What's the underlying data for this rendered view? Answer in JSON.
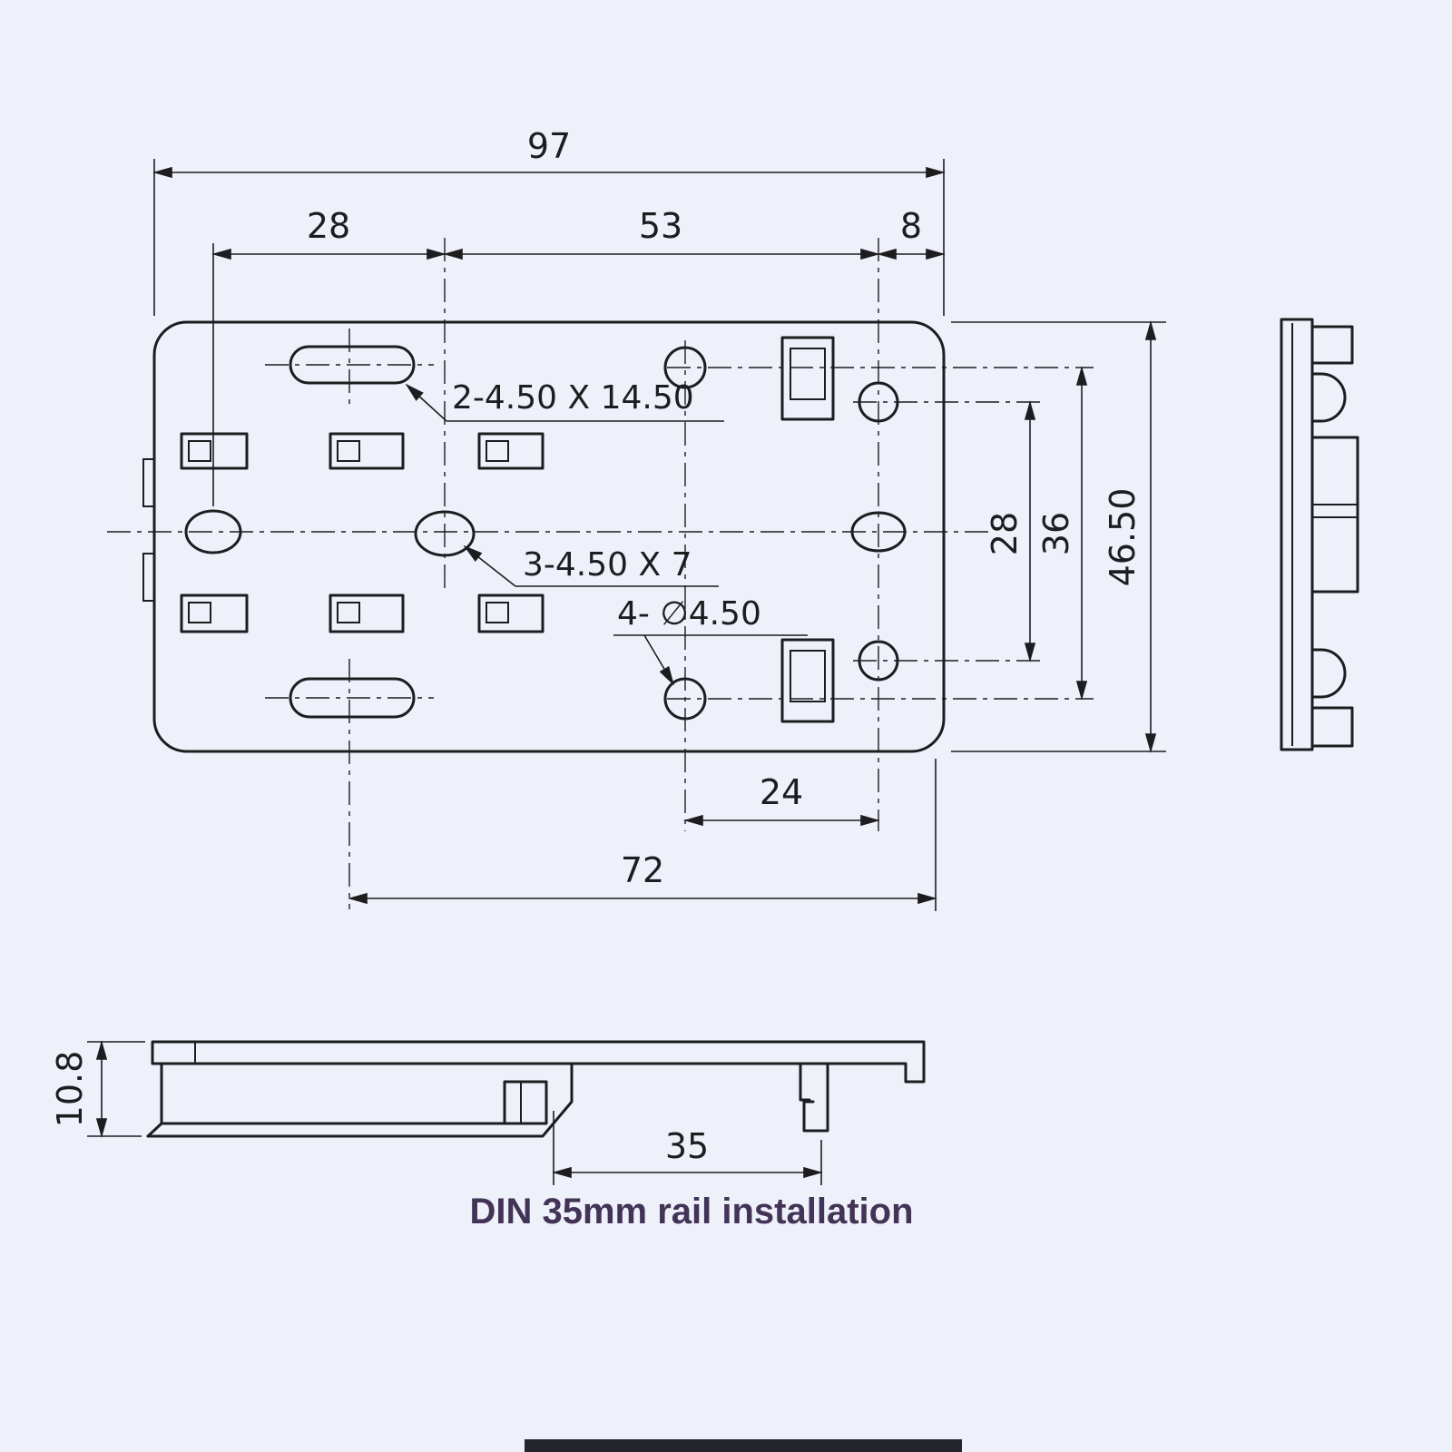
{
  "colors": {
    "background": "#eef1fa",
    "line": "#1d1d20",
    "caption": "#433356"
  },
  "top_view": {
    "dim_overall_width": "97",
    "dim_left_28": "28",
    "dim_mid_53": "53",
    "dim_right_8": "8",
    "dim_overall_height": "46.50",
    "dim_holes_28": "28",
    "dim_holes_36": "36",
    "dim_bottom_24": "24",
    "dim_bottom_72": "72",
    "callout_slots": "2-4.50 X 14.50",
    "callout_ovals": "3-4.50 X 7",
    "callout_holes": "4- ∅4.50"
  },
  "bottom_view": {
    "dim_profile_height": "10.8",
    "dim_rail_width": "35",
    "caption": "DIN 35mm rail installation"
  }
}
